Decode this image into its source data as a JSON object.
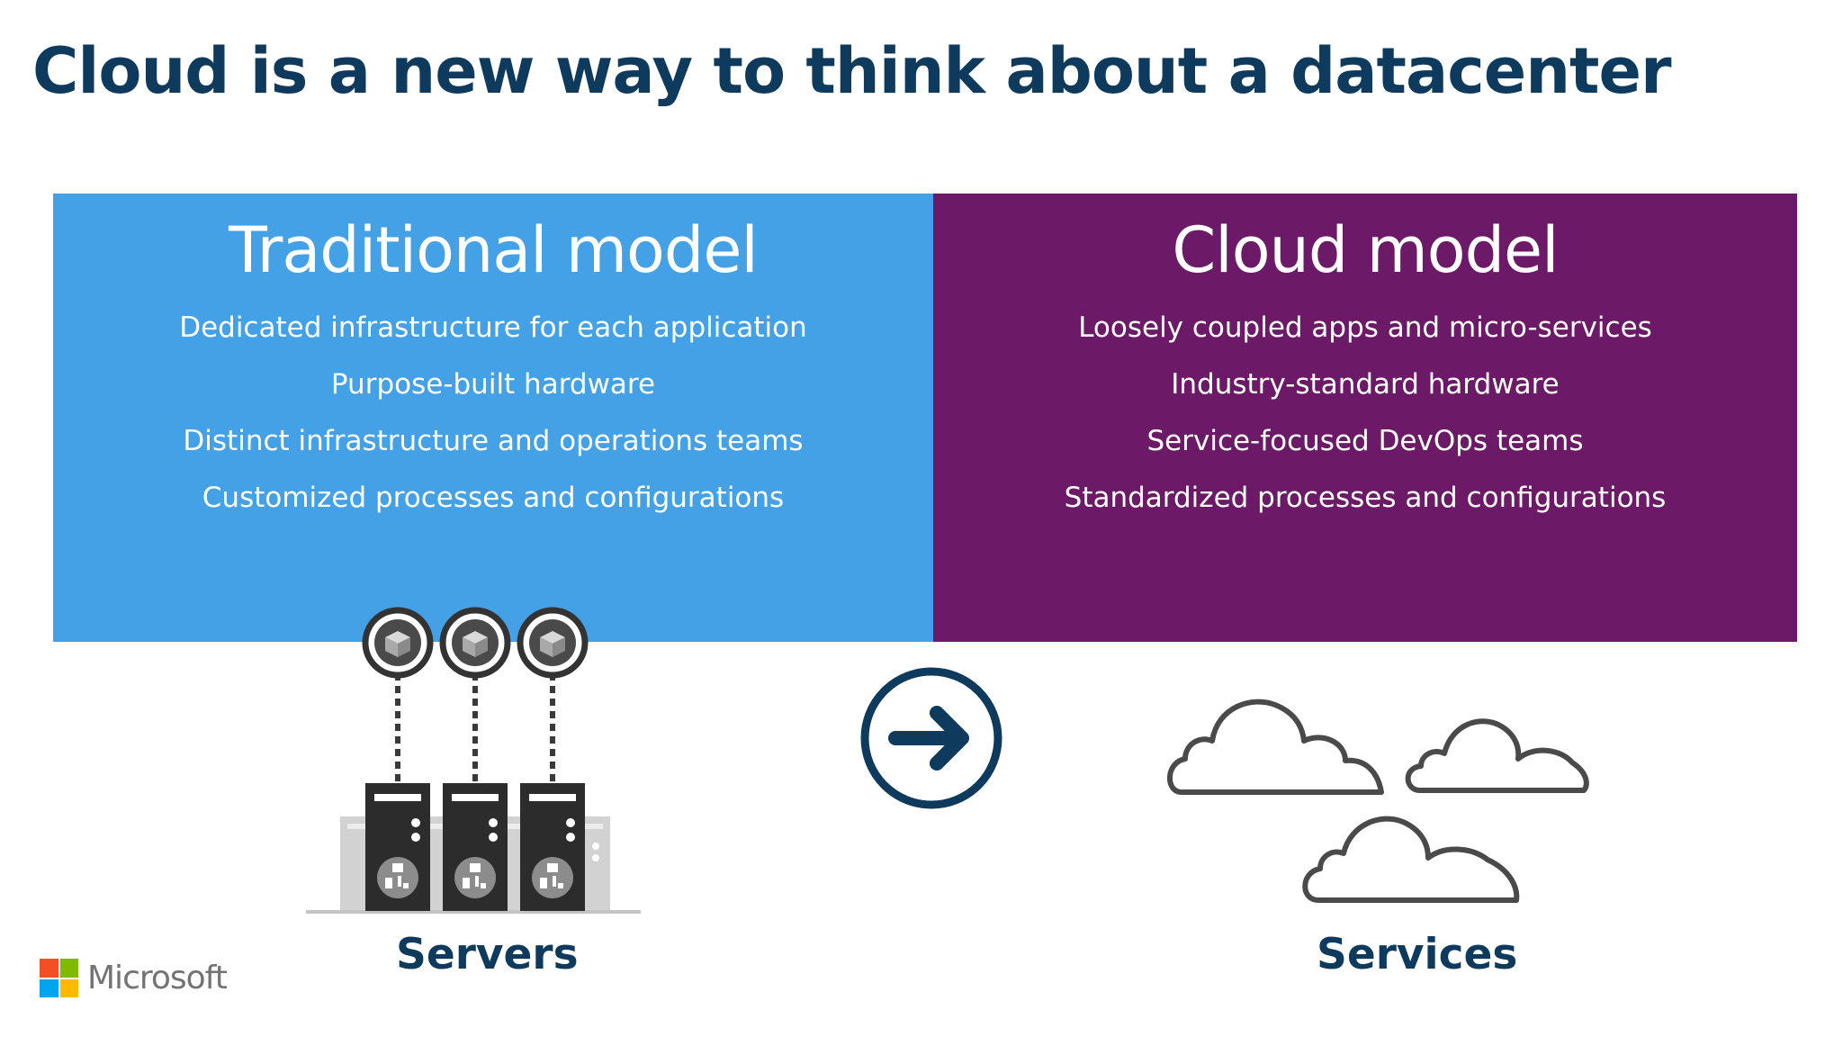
{
  "slide": {
    "title": "Cloud is a new way to think about a datacenter"
  },
  "traditional": {
    "heading": "Traditional model",
    "color": "#45a1e6",
    "points": [
      "Dedicated infrastructure for each application",
      "Purpose-built hardware",
      "Distinct infrastructure and operations teams",
      "Customized processes and configurations"
    ],
    "caption": "Servers",
    "icon": "server-rack-icon"
  },
  "cloud": {
    "heading": "Cloud model",
    "color": "#6c1a67",
    "points": [
      "Loosely coupled apps and micro-services",
      "Industry-standard hardware",
      "Service-focused DevOps teams",
      "Standardized processes and configurations"
    ],
    "caption": "Services",
    "icon": "clouds-icon"
  },
  "transition": {
    "icon": "arrow-right-circle-icon"
  },
  "brand": {
    "name": "Microsoft",
    "logo_colors": [
      "#f25022",
      "#7fba00",
      "#00a4ef",
      "#ffb900"
    ],
    "title_color": "#0e3a5e"
  }
}
